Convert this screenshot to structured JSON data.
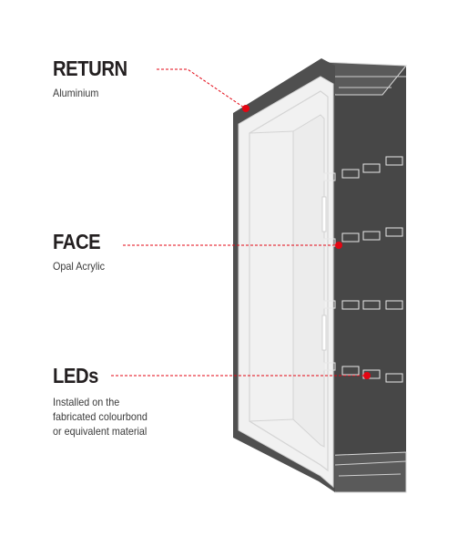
{
  "callouts": [
    {
      "title": "RETURN",
      "subtitle": [
        "Aluminium"
      ]
    },
    {
      "title": "FACE",
      "subtitle": [
        "Opal Acrylic"
      ]
    },
    {
      "title": "LEDs",
      "subtitle": [
        "Installed on the",
        "fabricated colourbond",
        "or equivalent material"
      ]
    }
  ],
  "colors": {
    "accent": "#e30613",
    "return_dark": "#4a4a4a",
    "face_light": "#f2f2f2",
    "back_panel": "#3e3e3e",
    "text": "#231f20"
  }
}
